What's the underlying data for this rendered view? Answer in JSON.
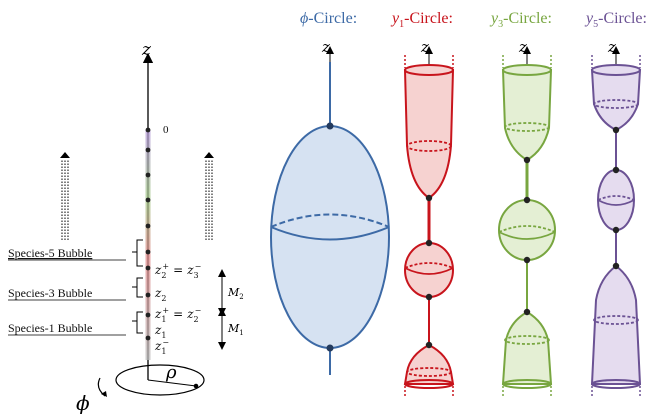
{
  "axis_label": "z",
  "rho_label": "ρ",
  "phi_label": "ϕ",
  "zero_label": "0",
  "labels": {
    "z2p": {
      "base": "z",
      "sub": "2",
      "sup": "+"
    },
    "z3m": {
      "base": "z",
      "sub": "3",
      "sup": "−"
    },
    "z2": {
      "base": "z",
      "sub": "2"
    },
    "z1p": {
      "base": "z",
      "sub": "1",
      "sup": "+"
    },
    "z2m": {
      "base": "z",
      "sub": "2",
      "sup": "−"
    },
    "z1": {
      "base": "z",
      "sub": "1"
    },
    "z1m": {
      "base": "z",
      "sub": "1",
      "sup": "−"
    },
    "eq": "="
  },
  "moduli": {
    "m2": {
      "base": "M",
      "sub": "2"
    },
    "m1": {
      "base": "M",
      "sub": "1"
    }
  },
  "bubbles": [
    {
      "label": "Species-5 Bubble"
    },
    {
      "label": "Species-3 Bubble"
    },
    {
      "label": "Species-1 Bubble"
    }
  ],
  "circles": [
    {
      "prefix": "ϕ",
      "sub": "",
      "suffix": "-Circle:",
      "color": "#3d6aa6",
      "fill": "#d6e2f2"
    },
    {
      "prefix": "y",
      "sub": "1",
      "suffix": "-Circle:",
      "color": "#c8141c",
      "fill": "#f6d2d0"
    },
    {
      "prefix": "y",
      "sub": "3",
      "suffix": "-Circle:",
      "color": "#78a640",
      "fill": "#e4efd4"
    },
    {
      "prefix": "y",
      "sub": "5",
      "suffix": "-Circle:",
      "color": "#6b5294",
      "fill": "#e5dcef"
    }
  ]
}
